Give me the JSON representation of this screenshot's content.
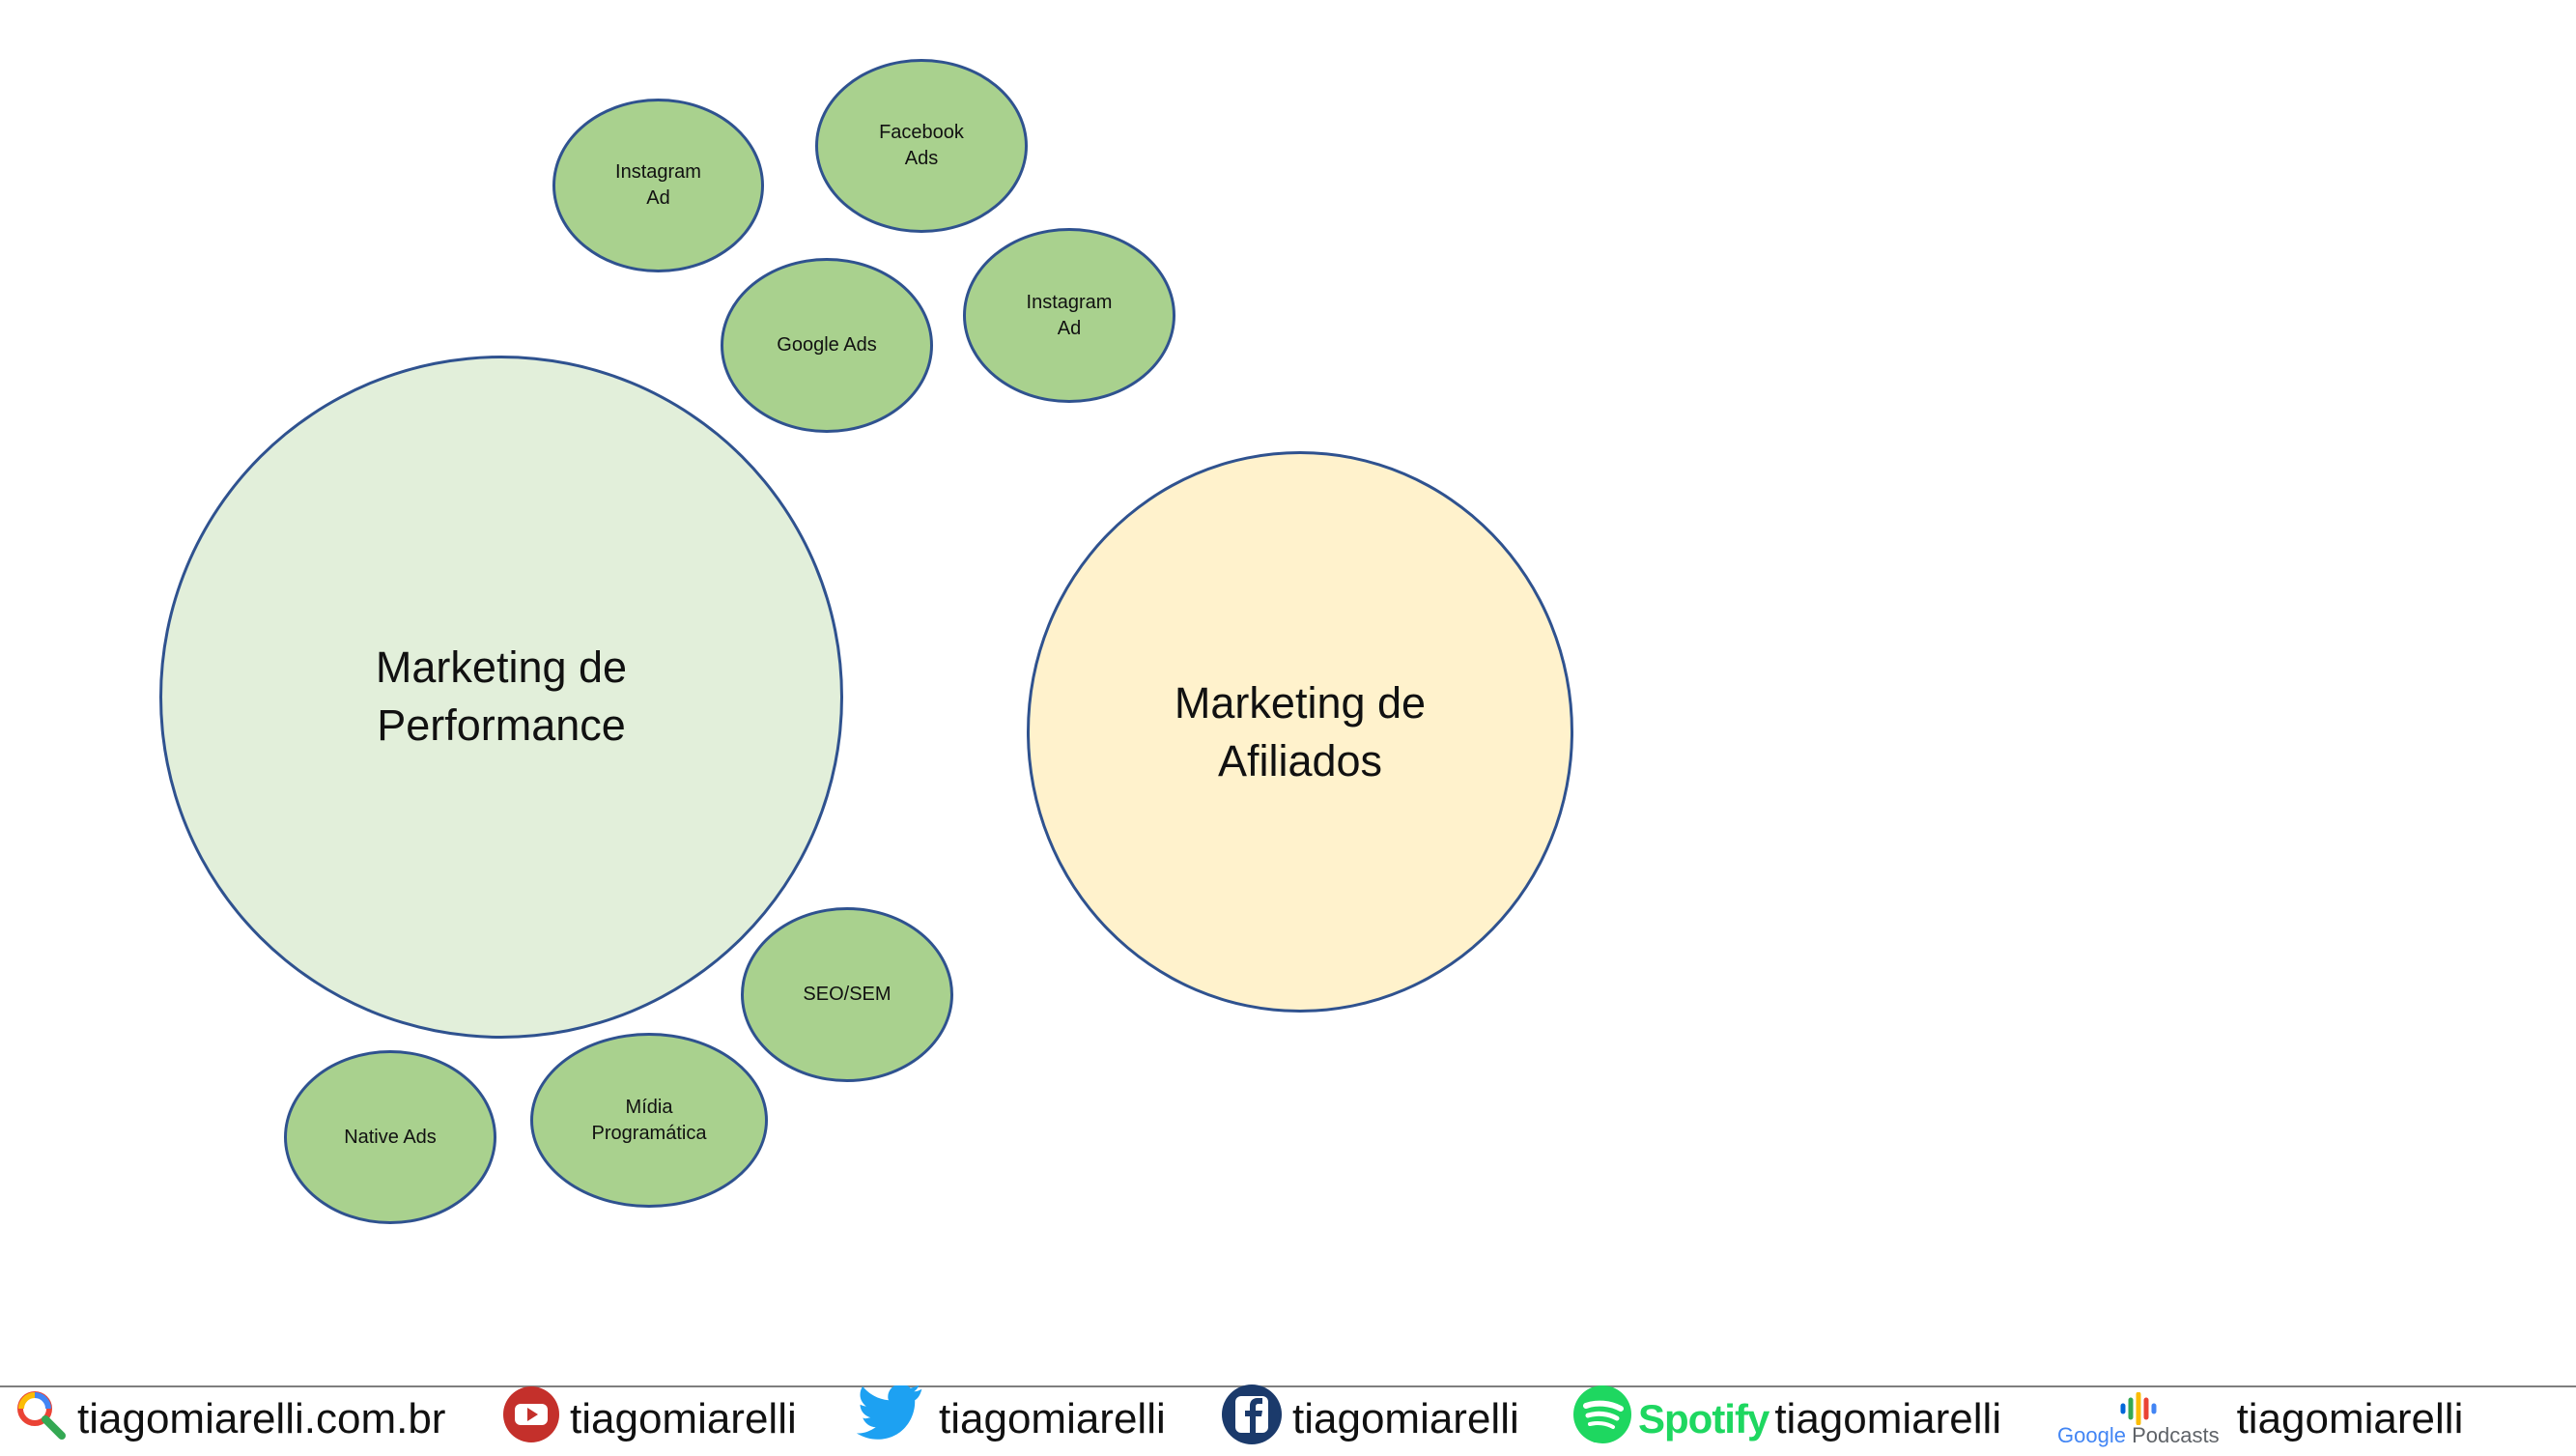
{
  "diagram": {
    "small_circles": [
      {
        "key": "instagram-ad-1",
        "label": "Instagram\nAd"
      },
      {
        "key": "facebook-ads",
        "label": "Facebook\nAds"
      },
      {
        "key": "google-ads",
        "label": "Google Ads"
      },
      {
        "key": "instagram-ad-2",
        "label": "Instagram\nAd"
      },
      {
        "key": "seo-sem",
        "label": "SEO/SEM"
      },
      {
        "key": "midia-programatica",
        "label": "Mídia\nProgramática"
      },
      {
        "key": "native-ads",
        "label": "Native Ads"
      }
    ],
    "big_circles": [
      {
        "key": "marketing-performance",
        "label": "Marketing de\nPerformance"
      },
      {
        "key": "marketing-afiliados",
        "label": "Marketing de\nAfiliados"
      }
    ],
    "colors": {
      "small_fill": "#a9d18e",
      "performance_fill": "#e2efda",
      "afiliados_fill": "#fff2cc",
      "outline": "#2f528f"
    }
  },
  "footer": {
    "website": {
      "icon": "search-icon",
      "text": "tiagomiarelli.com.br"
    },
    "youtube": {
      "icon": "youtube-icon",
      "text": "tiagomiarelli"
    },
    "twitter": {
      "icon": "twitter-icon",
      "text": "tiagomiarelli"
    },
    "facebook": {
      "icon": "facebook-icon",
      "text": "tiagomiarelli"
    },
    "spotify": {
      "icon": "spotify-icon",
      "brand": "Spotify",
      "text": "tiagomiarelli"
    },
    "google_podcasts": {
      "icon": "google-podcasts-icon",
      "brand_google": "Google",
      "brand_podcasts": "Podcasts",
      "text": "tiagomiarelli"
    }
  }
}
